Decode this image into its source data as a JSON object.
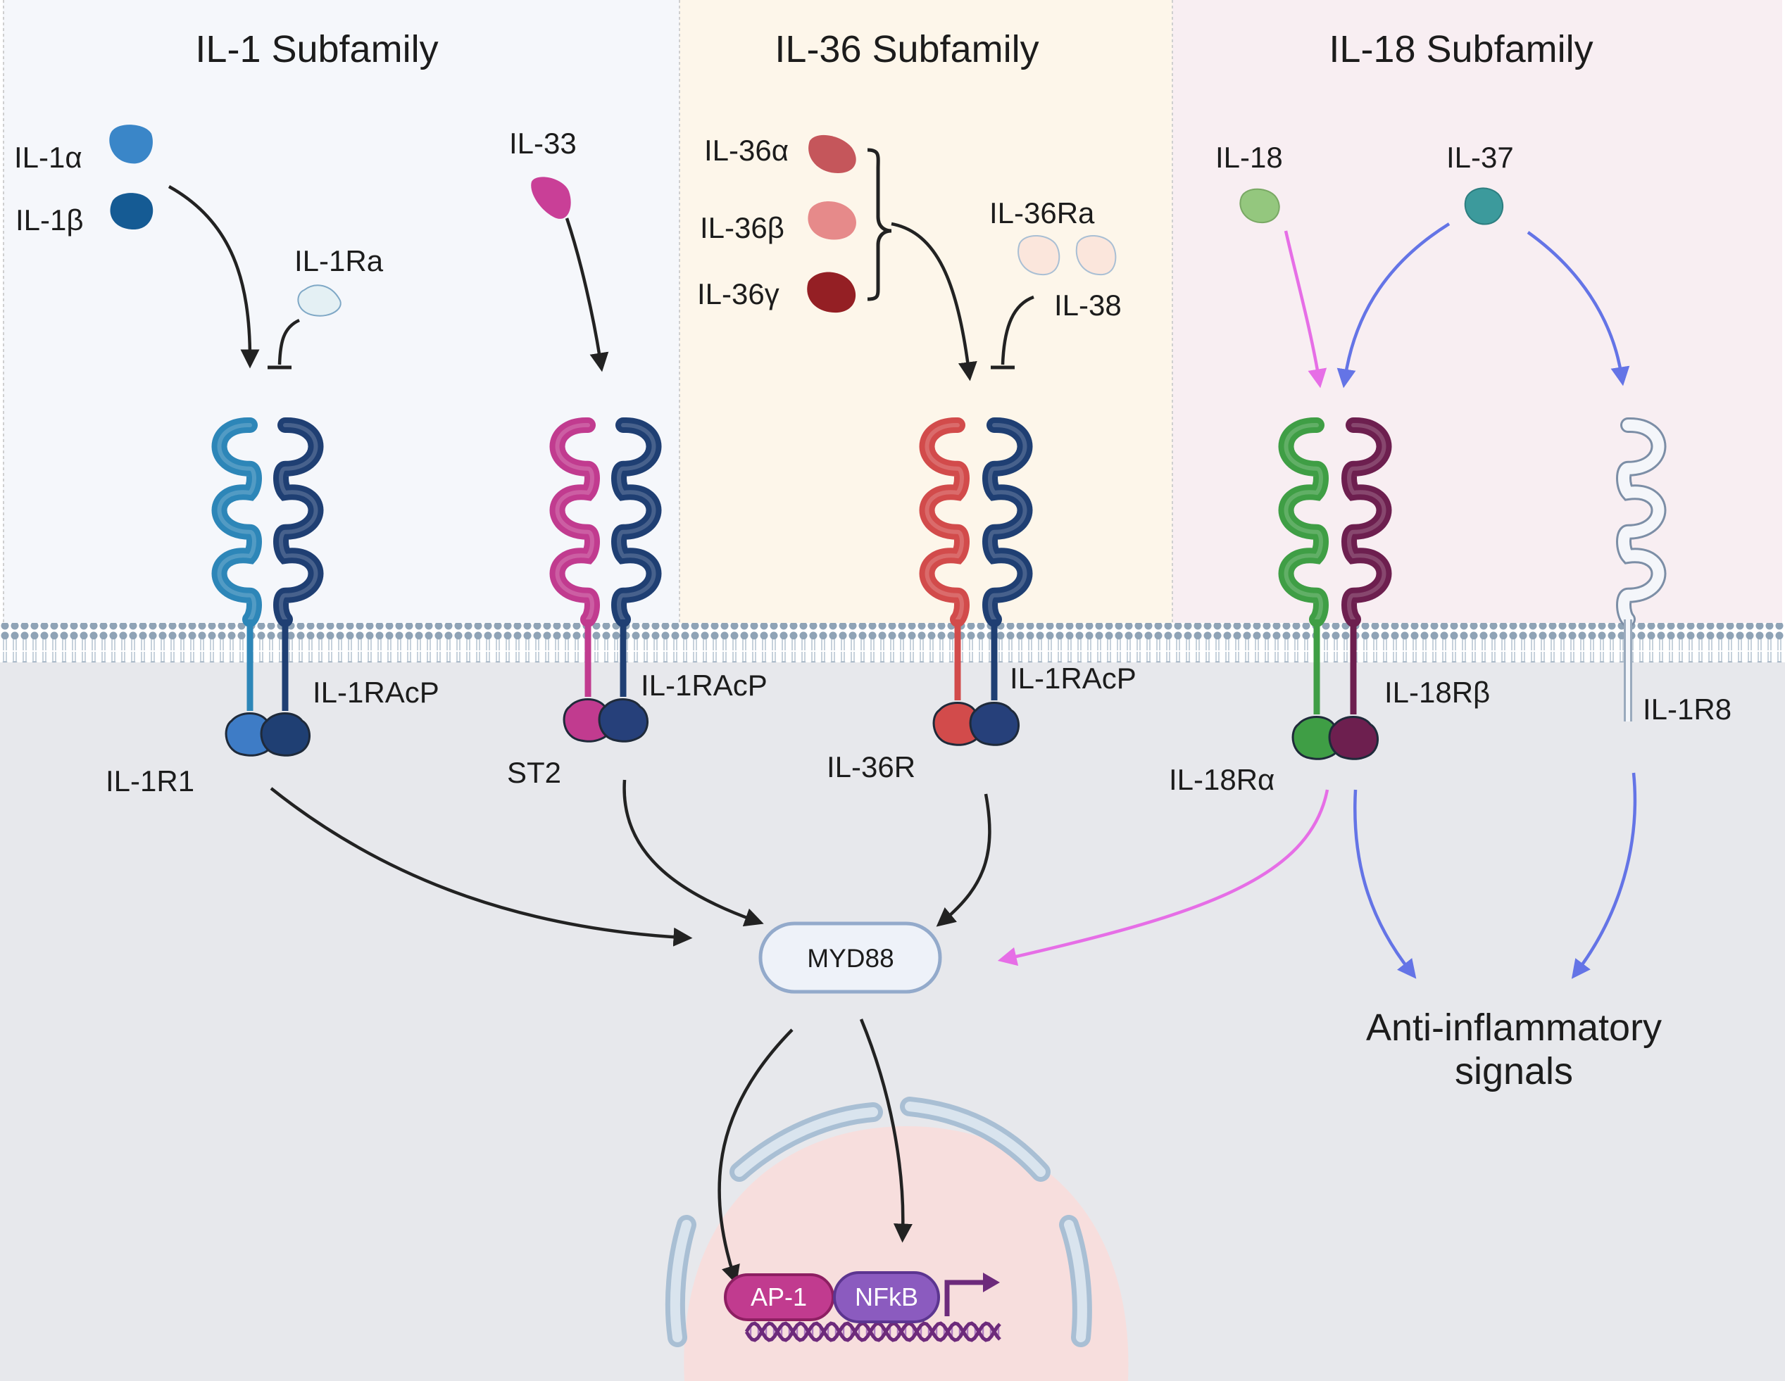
{
  "panels": [
    {
      "id": "il1",
      "title": "IL-1 Subfamily",
      "color": "#f5f7fb"
    },
    {
      "id": "il36",
      "title": "IL-36 Subfamily",
      "color": "#fdf6ea"
    },
    {
      "id": "il18",
      "title": "IL-18 Subfamily",
      "color": "#f8eef2"
    }
  ],
  "cytoplasm_color": "#e7e8ec",
  "ligands": {
    "il1a": {
      "label": "IL-1α",
      "color": "#3a86c8"
    },
    "il1b": {
      "label": "IL-1β",
      "color": "#155b94"
    },
    "il1ra": {
      "label": "IL-1Ra",
      "color": "#e4f0f4"
    },
    "il33": {
      "label": "IL-33",
      "color": "#c93f97"
    },
    "il36a": {
      "label": "IL-36α",
      "color": "#c5565b"
    },
    "il36b": {
      "label": "IL-36β",
      "color": "#e68a8a"
    },
    "il36g": {
      "label": "IL-36γ",
      "color": "#941f24"
    },
    "il36ra": {
      "label": "IL-36Ra",
      "color": "#fbe6dc"
    },
    "il38": {
      "label": "IL-38",
      "color": "#fbe6dc"
    },
    "il18": {
      "label": "IL-18",
      "color": "#94c77e"
    },
    "il37": {
      "label": "IL-37",
      "color": "#3c9a9c"
    }
  },
  "receptors": {
    "il1r1": {
      "label": "IL-1R1",
      "color": "#2d86b8"
    },
    "il1racp_1": {
      "label": "IL-1RAcP",
      "color": "#1f3f73"
    },
    "st2": {
      "label": "ST2",
      "color": "#c13b8f"
    },
    "il1racp_2": {
      "label": "IL-1RAcP",
      "color": "#1f3f73"
    },
    "il36r": {
      "label": "IL-36R",
      "color": "#d24b4b"
    },
    "il1racp_3": {
      "label": "IL-1RAcP",
      "color": "#1f3f73"
    },
    "il18ra": {
      "label": "IL-18Rα",
      "color": "#3f9e45"
    },
    "il18rb": {
      "label": "IL-18Rβ",
      "color": "#6d1f4f"
    },
    "il1r8": {
      "label": "IL-1R8",
      "color": "#b8c6d8"
    }
  },
  "adaptor": {
    "label": "MYD88"
  },
  "outcome": {
    "line1": "Anti-inflammatory",
    "line2": "signals"
  },
  "transcription_factors": {
    "ap1": {
      "label": "AP-1",
      "color": "#c13b8f"
    },
    "nfkb": {
      "label": "NFkB",
      "color": "#8b5bbf"
    }
  },
  "arrow_colors": {
    "default": "#222222",
    "il18": "#e66ee6",
    "il37": "#6474e6"
  },
  "membrane_color": "#9fb2c4",
  "nucleus_color": "#f7dedd"
}
